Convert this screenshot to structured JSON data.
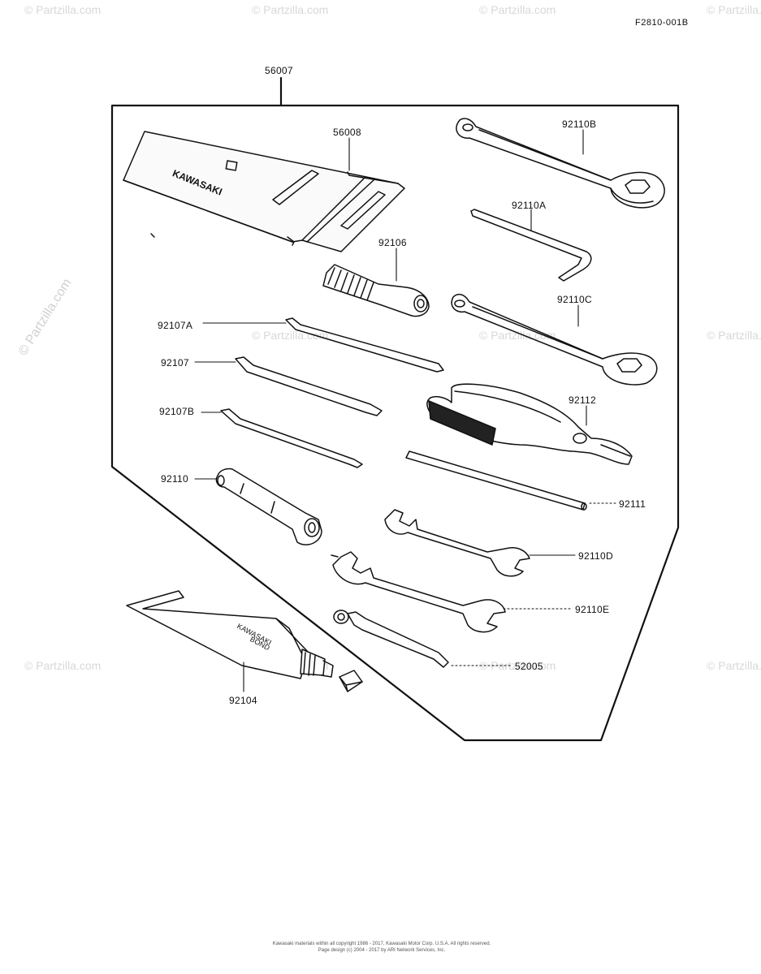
{
  "header": {
    "figure_code": "F2810-001B"
  },
  "parts": {
    "tool_kit": "56007",
    "case": "56008",
    "case_brand": "KAWASAKI",
    "wrench_b": "92110B",
    "hex_key_a": "92110A",
    "wrench_c": "92110C",
    "handle": "92106",
    "screwdriver_a": "92107A",
    "screwdriver": "92107",
    "screwdriver_b": "92107B",
    "pliers": "92112",
    "box_wrench": "92110",
    "rod": "92111",
    "wrench_d": "92110D",
    "wrench_e": "92110E",
    "bond_tube": "92104",
    "bond_text_1": "KAWASAKI",
    "bond_text_2": "BOND",
    "plug_wrench": "52005"
  },
  "watermark": {
    "text": "© Partzilla.com"
  },
  "footer": {
    "line1": "Kawasaki materials within all copyright 1986 - 2017, Kawasaki Motor Corp. U.S.A.   All rights reserved.",
    "line2": "Page design (c) 2004 - 2017 by ARI Network Services, Inc."
  }
}
